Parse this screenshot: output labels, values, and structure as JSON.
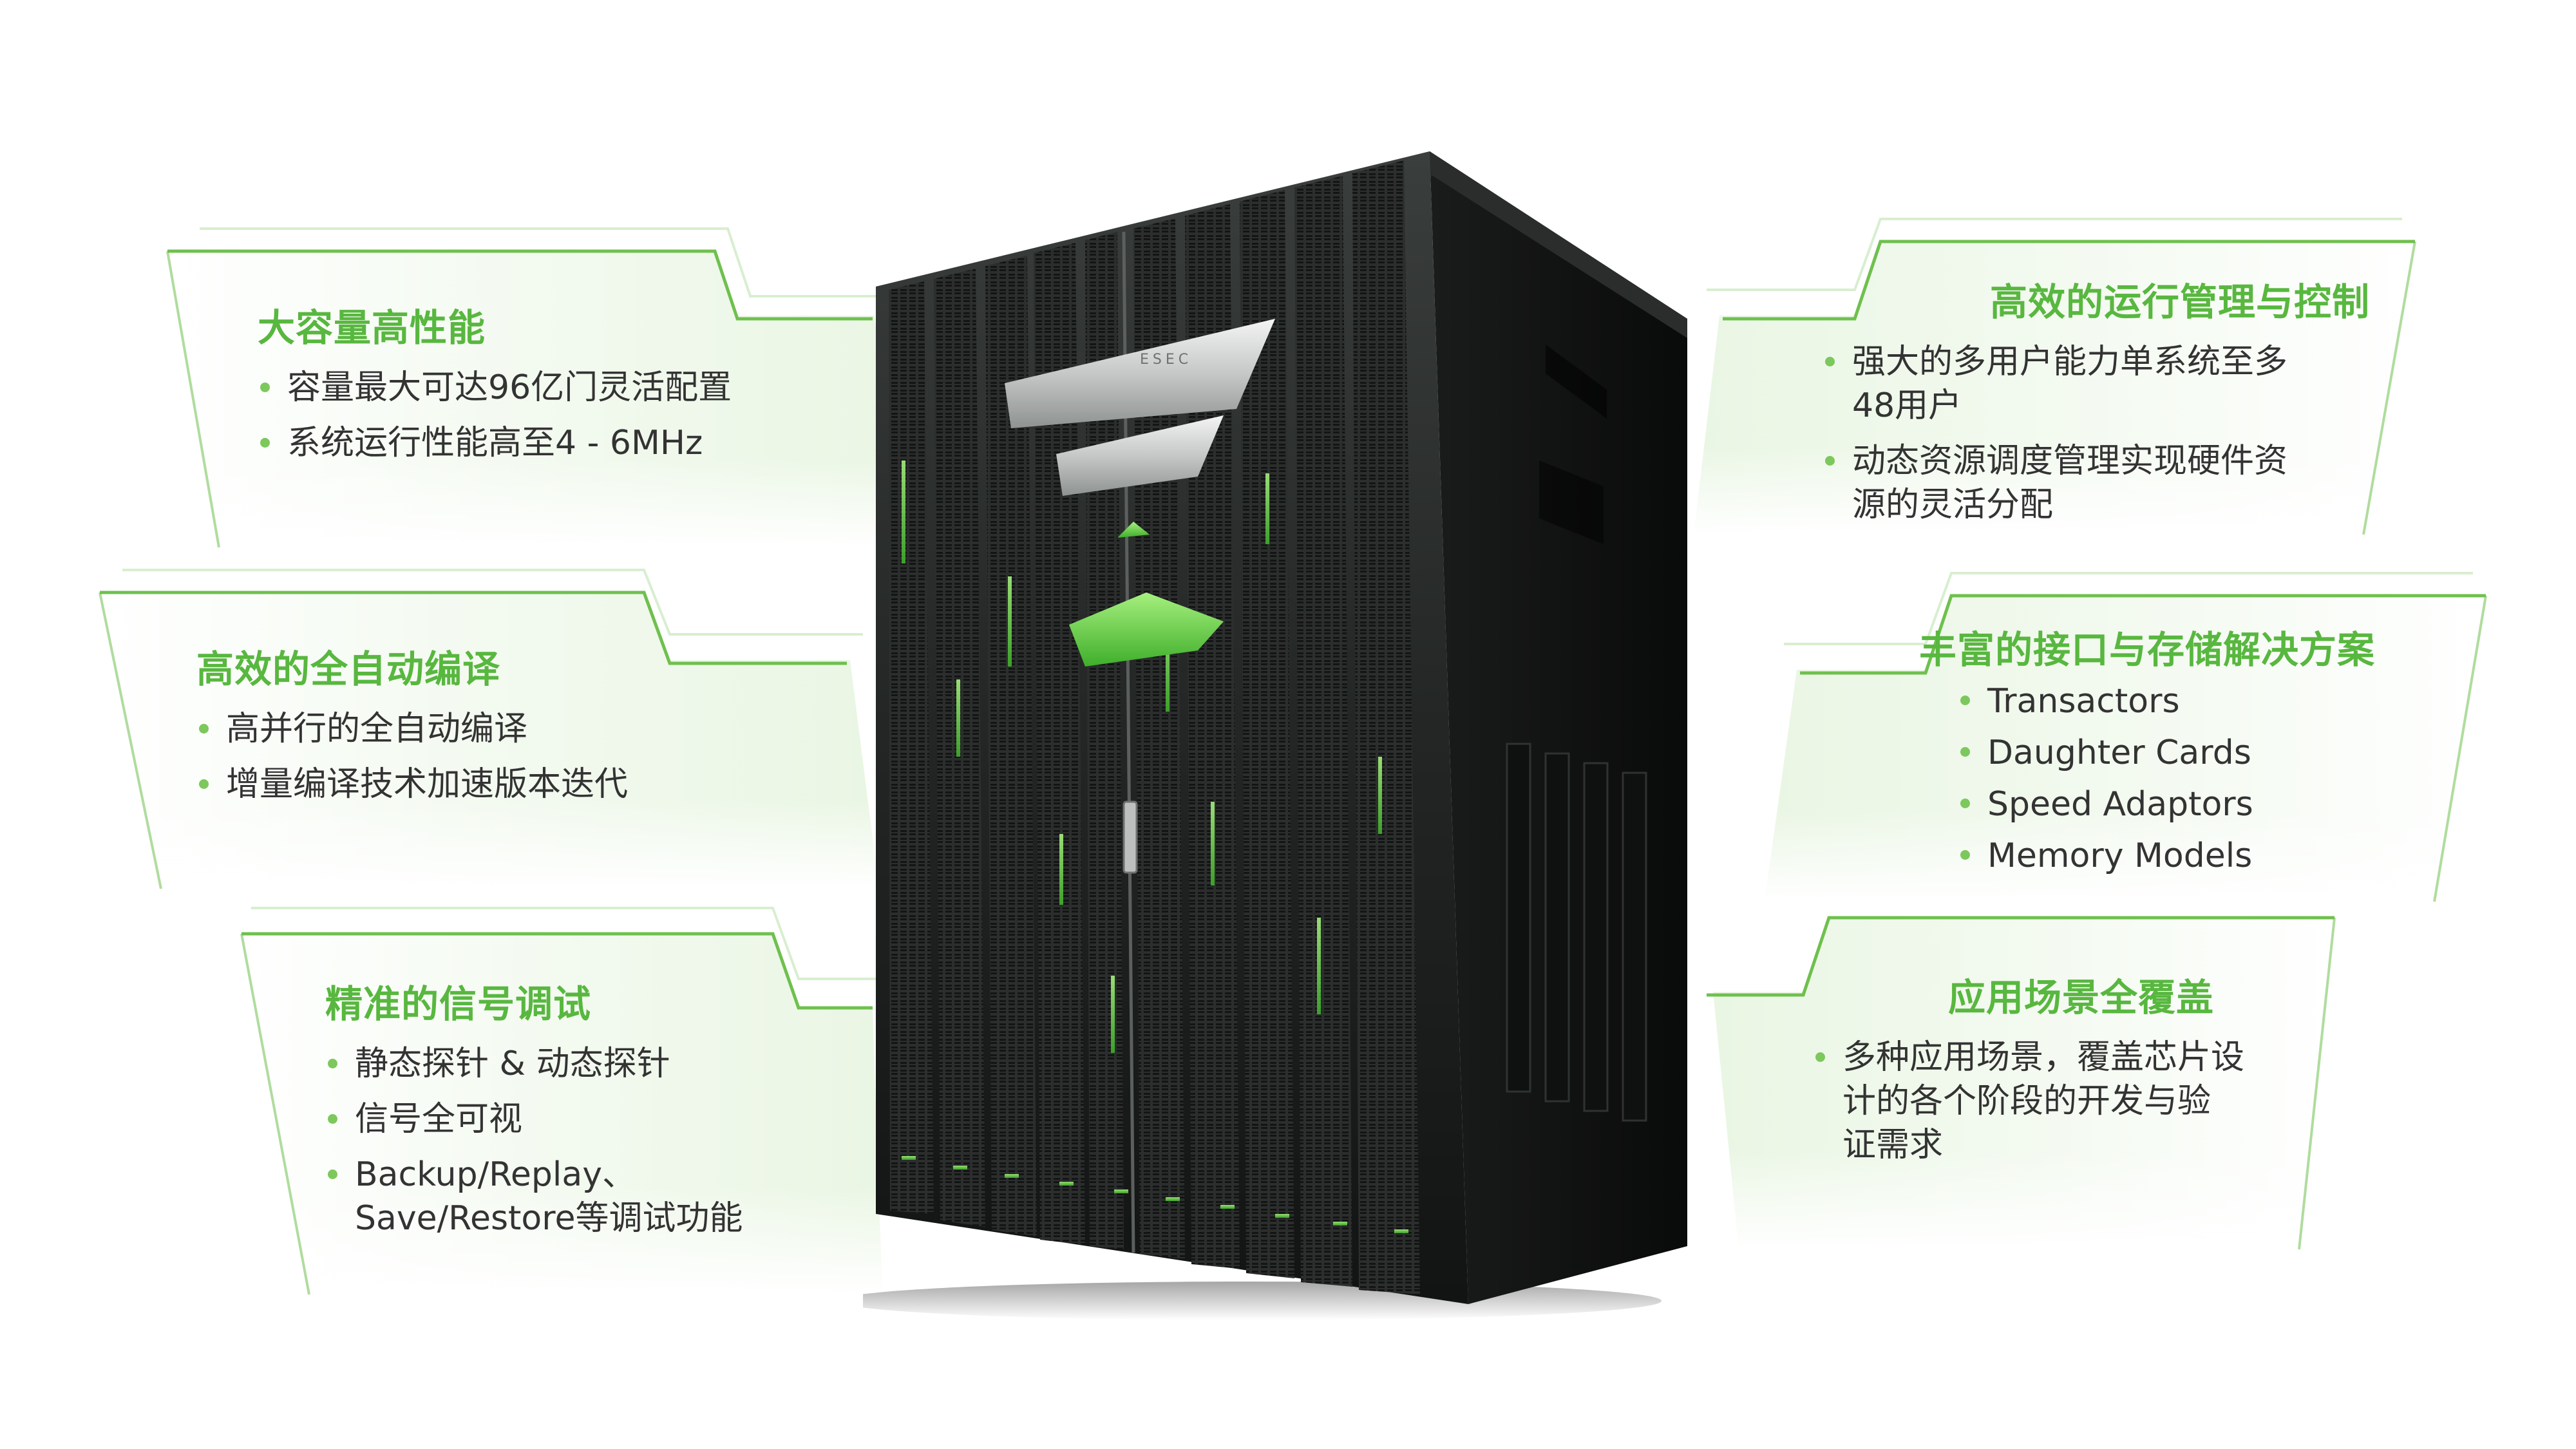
{
  "brand": {
    "accent": "#58b73f",
    "accent_light": "#7cc85c",
    "cabinet_badge": "ESEC"
  },
  "left": [
    {
      "title": "大容量高性能",
      "bullets": [
        "容量最大可达96亿门灵活配置",
        "系统运行性能高至4 - 6MHz"
      ]
    },
    {
      "title": "高效的全自动编译",
      "bullets": [
        "高并行的全自动编译",
        "增量编译技术加速版本迭代"
      ]
    },
    {
      "title": "精准的信号调试",
      "bullets": [
        "静态探针 & 动态探针",
        "信号全可视",
        "Backup/Replay、\nSave/Restore等调试功能"
      ]
    }
  ],
  "right": [
    {
      "title": "高效的运行管理与控制",
      "bullets": [
        "强大的多用户能力单系统至多\n48用户",
        "动态资源调度管理实现硬件资\n源的灵活分配"
      ]
    },
    {
      "title": "丰富的接口与存储解决方案",
      "bullets": [
        "Transactors",
        "Daughter Cards",
        "Speed Adaptors",
        "Memory Models"
      ]
    },
    {
      "title": "应用场景全覆盖",
      "bullets": [
        "多种应用场景，覆盖芯片设\n计的各个阶段的开发与验\n证需求"
      ]
    }
  ]
}
